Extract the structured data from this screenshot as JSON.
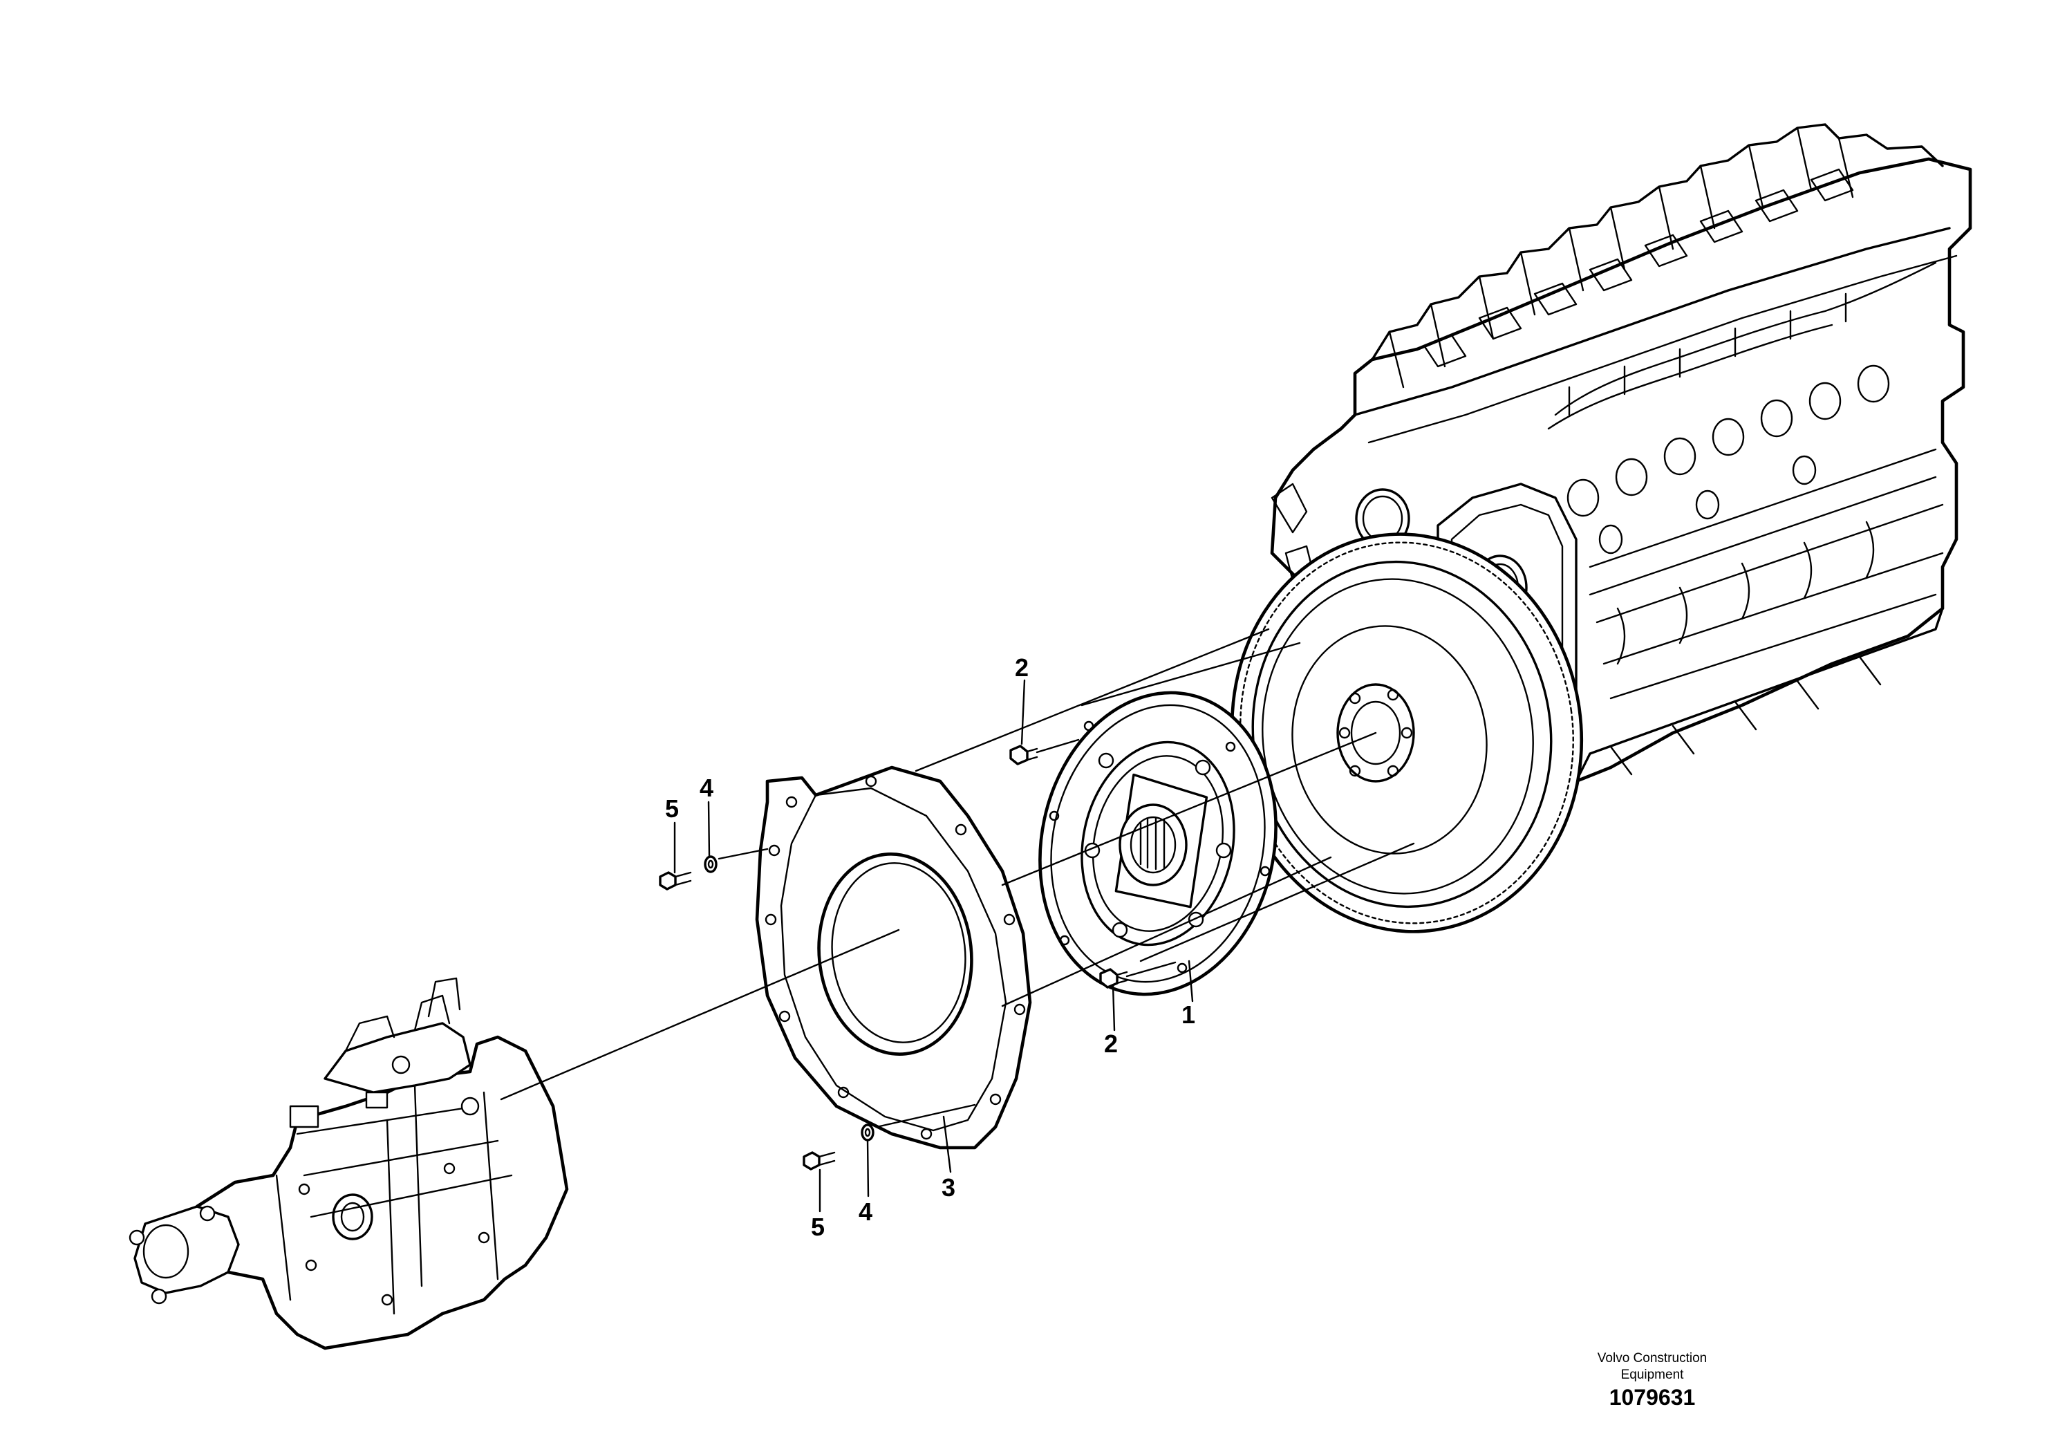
{
  "callouts": {
    "c1": "1",
    "c2a": "2",
    "c2b": "2",
    "c3": "3",
    "c4a": "4",
    "c4b": "4",
    "c5a": "5",
    "c5b": "5"
  },
  "footer": {
    "company_line1": "Volvo Construction",
    "company_line2": "Equipment",
    "drawing_number": "1079631"
  },
  "colors": {
    "line": "#000000",
    "background": "#ffffff"
  }
}
